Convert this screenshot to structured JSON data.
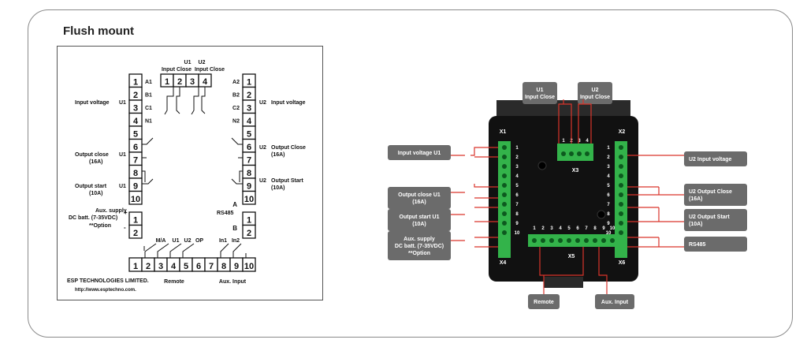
{
  "title": "Flush mount",
  "schematic": {
    "top_labels": [
      {
        "id": "U1",
        "sub": "Input Close"
      },
      {
        "id": "U2",
        "sub": "Input Close"
      }
    ],
    "top_pins": [
      "1",
      "2",
      "3",
      "4"
    ],
    "left_pins": [
      "1",
      "2",
      "3",
      "4",
      "5",
      "6",
      "7",
      "8",
      "9",
      "10",
      "1",
      "2"
    ],
    "right_pins": [
      "1",
      "2",
      "3",
      "4",
      "5",
      "6",
      "7",
      "8",
      "9",
      "10",
      "1",
      "2"
    ],
    "bottom_pins": [
      "1",
      "2",
      "3",
      "4",
      "5",
      "6",
      "7",
      "8",
      "9",
      "10"
    ],
    "left_terms": [
      "A1",
      "B1",
      "C1",
      "N1"
    ],
    "right_terms": [
      "A2",
      "B2",
      "C2",
      "N2"
    ],
    "left_texts": {
      "input_voltage": "Input voltage",
      "u1": "U1",
      "output_close_1": "Output close",
      "output_close_2": "(16A)",
      "output_start_1": "Output start",
      "output_start_2": "(10A)",
      "aux_1": "Aux. supply",
      "aux_2": "DC batt. (7-35VDC)",
      "aux_3": "**Option",
      "plus": "+",
      "minus": "-"
    },
    "right_texts": {
      "u2": "U2",
      "input_voltage": "Input voltage",
      "output_close_1": "Output Close",
      "output_close_2": "(16A)",
      "output_start_1": "Output Start",
      "output_start_2": "(10A)",
      "a": "A",
      "b": "B",
      "rs485": "RS485"
    },
    "bottom_top_labels": [
      "M/A",
      "U1",
      "U2",
      "OP",
      "In1",
      "In2"
    ],
    "remote": "Remote",
    "aux_input": "Aux. Input",
    "company": "ESP TECHNOLOGIES LIMITED.",
    "url": "http://www.esptechno.com."
  },
  "photo": {
    "top_callouts": [
      {
        "id": "U1",
        "sub": "Input Close"
      },
      {
        "id": "U2",
        "sub": "Input Close"
      }
    ],
    "left_callouts": [
      {
        "lines": [
          "Input voltage    U1"
        ]
      },
      {
        "lines": [
          "Output close    U1",
          "(16A)"
        ]
      },
      {
        "lines": [
          "Output start    U1",
          "(10A)"
        ]
      },
      {
        "lines": [
          "Aux. supply",
          "DC batt. (7-35VDC)",
          "**Option"
        ]
      }
    ],
    "right_callouts": [
      {
        "lines": [
          "U2  Input voltage"
        ]
      },
      {
        "lines": [
          "U2  Output Close",
          "(16A)"
        ]
      },
      {
        "lines": [
          "U2  Output Start",
          "(10A)"
        ]
      },
      {
        "lines": [
          "RS485"
        ]
      }
    ],
    "bottom_callouts": [
      "Remote",
      "Aux. Input"
    ],
    "connectors": {
      "x1": "X1",
      "x2": "X2",
      "x3": "X3",
      "x4": "X4",
      "x5": "X5",
      "x6": "X6"
    },
    "x3_pins": [
      "1",
      "2",
      "3",
      "4"
    ],
    "x1_pins": [
      "1",
      "2",
      "3",
      "4",
      "5",
      "6",
      "7",
      "8",
      "9",
      "10"
    ],
    "x5_pins": [
      "1",
      "2",
      "3",
      "4",
      "5",
      "6",
      "7",
      "8",
      "9",
      "10"
    ],
    "colors": {
      "device": "#111111",
      "terminal": "#33b34a",
      "callout": "#6b6b6b",
      "arrow": "#d9342b"
    }
  }
}
